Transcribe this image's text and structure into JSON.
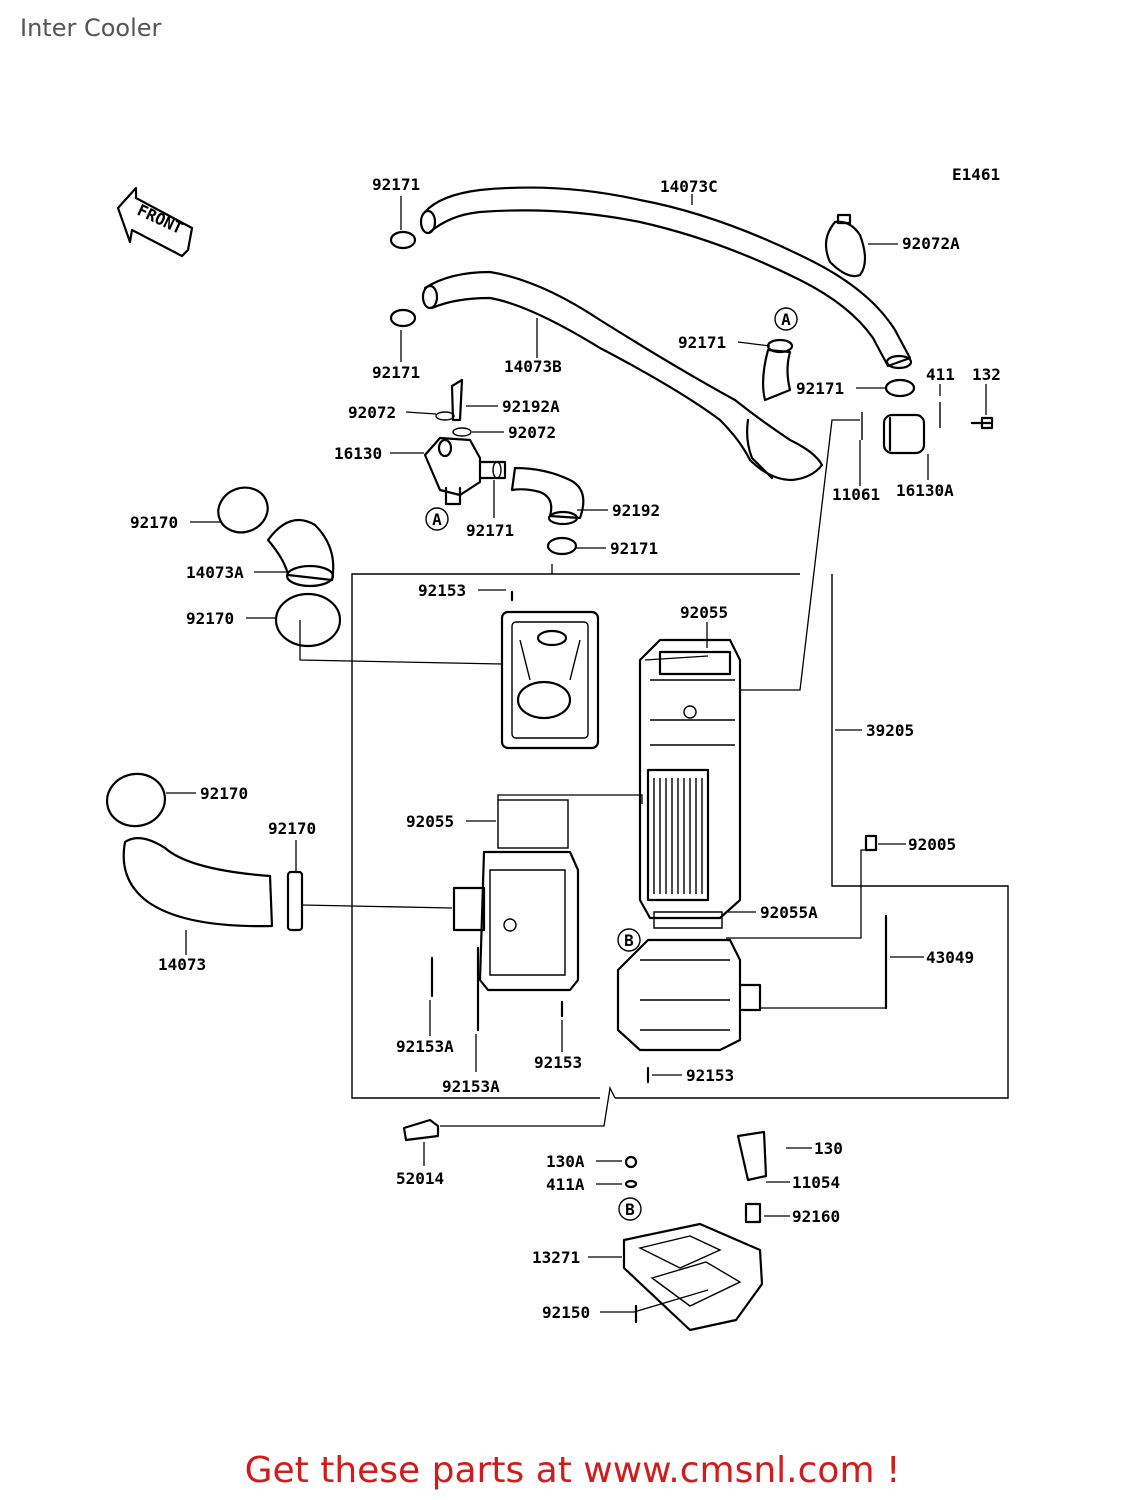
{
  "title": "Inter Cooler",
  "diagram_code": "E1461",
  "front_label": "FRONT",
  "footer": "Get these parts at www.cmsnl.com !",
  "callouts": {
    "ref_a": "A",
    "ref_b": "B"
  },
  "parts": {
    "p92171_a": "92171",
    "p14073C": "14073C",
    "p92072A": "92072A",
    "p92171_b": "92171",
    "p14073B": "14073B",
    "p92171_c": "92171",
    "p92171_d": "92171",
    "p411": "411",
    "p132": "132",
    "p92072_a": "92072",
    "p92192A": "92192A",
    "p92072_b": "92072",
    "p16130": "16130",
    "p11061": "11061",
    "p16130A": "16130A",
    "p92170_a": "92170",
    "p92192": "92192",
    "p92171_e": "92171",
    "p92171_f": "92171",
    "p14073A": "14073A",
    "p92153_a": "92153",
    "p92170_b": "92170",
    "p92055_a": "92055",
    "p39205": "39205",
    "p92170_c": "92170",
    "p92170_d": "92170",
    "p92055_b": "92055",
    "p92005": "92005",
    "p92055A": "92055A",
    "p14073": "14073",
    "p43049": "43049",
    "p92153A_a": "92153A",
    "p92153_b": "92153",
    "p92153_c": "92153",
    "p92153A_b": "92153A",
    "p52014": "52014",
    "p130A": "130A",
    "p130": "130",
    "p411A": "411A",
    "p11054": "11054",
    "p92160": "92160",
    "p13271": "13271",
    "p92150": "92150"
  }
}
